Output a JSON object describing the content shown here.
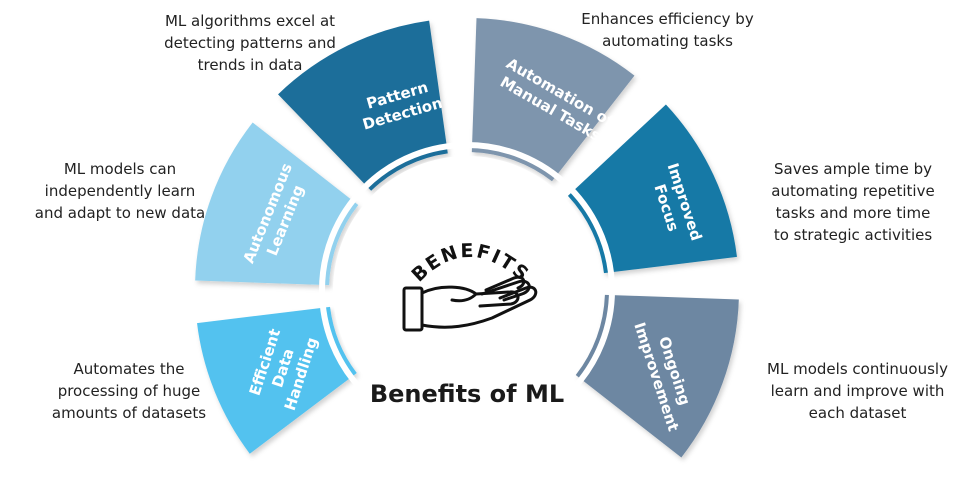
{
  "center": {
    "badge_text": "BENEFITS",
    "title": "Benefits of ML",
    "icon": "open-hand-icon"
  },
  "segments": [
    {
      "id": "efficient-data-handling",
      "label_lines": [
        "Efficient",
        "Data",
        "Handling"
      ],
      "color": "#53c2ef",
      "description": [
        "Automates the",
        "processing of huge",
        "amounts of datasets"
      ]
    },
    {
      "id": "autonomous-learning",
      "label_lines": [
        "Autonomous",
        "Learning"
      ],
      "color": "#92d1ee",
      "description": [
        "ML models can",
        "independently learn",
        "and adapt to new data"
      ]
    },
    {
      "id": "pattern-detection",
      "label_lines": [
        "Pattern",
        "Detection"
      ],
      "color": "#1b6e9a",
      "description": [
        "ML algorithms excel at",
        "detecting patterns and",
        "trends in data"
      ]
    },
    {
      "id": "automation-of-manual-tasks",
      "label_lines": [
        "Automation of",
        "Manual Tasks"
      ],
      "color": "#7e95ad",
      "description": [
        "Enhances efficiency by",
        "automating tasks"
      ]
    },
    {
      "id": "improved-focus",
      "label_lines": [
        "Improved",
        "Focus"
      ],
      "color": "#1779a6",
      "description": [
        "Saves ample time by",
        "automating repetitive",
        "tasks and more time",
        "to strategic activities"
      ]
    },
    {
      "id": "ongoing-improvement",
      "label_lines": [
        "Ongoing",
        "Improvement"
      ],
      "color": "#6d87a2",
      "description": [
        "ML models continuously",
        "learn and improve with",
        "each dataset"
      ]
    }
  ]
}
